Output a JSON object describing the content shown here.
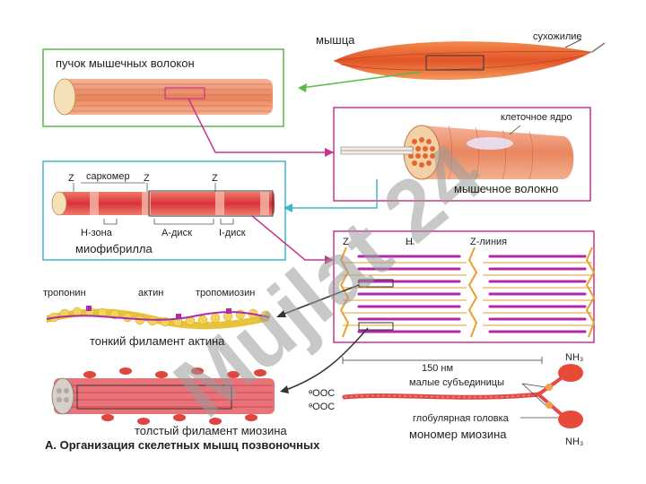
{
  "labels": {
    "muscle": "мышца",
    "tendon": "сухожилие",
    "fiber_bundle": "пучок мышечных волокон",
    "cell_nucleus": "клеточное ядро",
    "muscle_fiber": "мышечное волокно",
    "z1": "Z",
    "sarcomere": "саркомер",
    "z2": "Z",
    "z3": "Z",
    "h_zone": "Н-зона",
    "a_disk": "А-диск",
    "i_disk": "I-диск",
    "myofibril": "миофибрилла",
    "z_sarc": "Z",
    "h_sarc": "Н",
    "z_line": "Z-линия",
    "troponin": "тропонин",
    "actin": "актин",
    "tropomyosin": "тропомиозин",
    "thin_filament": "тонкий филамент актина",
    "thick_filament": "толстый филамент миозина",
    "scale": "150 нм",
    "coo1": "ᶱООС",
    "coo2": "ᶱООС",
    "light_chains": "малые субъединицы",
    "globular_head": "глобулярная головка",
    "myosin_monomer": "мономер миозина",
    "nh3_top": "NH₃",
    "nh3_bottom": "NH₃",
    "caption": "А. Организация скелетных мышц позвоночных",
    "watermark": "Mujlat 24"
  },
  "colors": {
    "green_frame": "#5cb848",
    "magenta_frame": "#c8338f",
    "cyan_frame": "#3fb6c8",
    "muscle_orange": "#e8642c",
    "fiber_pink": "#e86a7a",
    "filament_purple": "#b02aa8",
    "actin_yellow": "#e8c23a",
    "myosin_red": "#e24a4a",
    "watermark": "#9a9a9a"
  }
}
